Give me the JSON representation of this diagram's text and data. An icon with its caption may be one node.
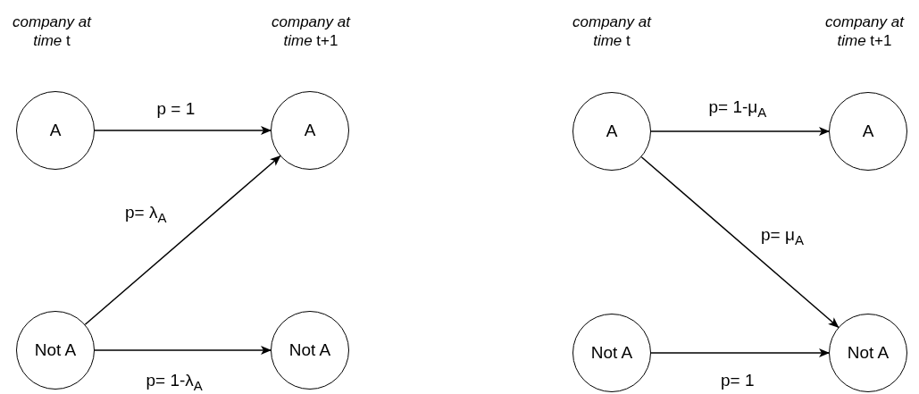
{
  "diagram": {
    "nodes": [
      {
        "text": [
          "A"
        ]
      },
      {
        "text": [
          "A"
        ]
      },
      {
        "text": [
          "Not A"
        ]
      },
      {
        "text": [
          "Not A"
        ]
      },
      {
        "text": [
          "A"
        ]
      },
      {
        "text": [
          "A"
        ]
      },
      {
        "text": [
          "Not A"
        ]
      },
      {
        "text": [
          "Not A"
        ]
      }
    ],
    "edges": [
      {
        "from": 0,
        "to": 1,
        "arrow": "to",
        "label": "p = 1"
      },
      {
        "from": 2,
        "to": 1,
        "arrow": "to",
        "label": "p= λ$_{A}$"
      },
      {
        "from": 2,
        "to": 3,
        "arrow": "to",
        "label": "p= 1-λ$_{A}$"
      },
      {
        "from": 4,
        "to": 5,
        "arrow": "to",
        "label": "p= 1-μ$_{A}$"
      },
      {
        "from": 4,
        "to": 7,
        "arrow": "to",
        "label": "p= μ$_{A}$"
      },
      {
        "from": 6,
        "to": 7,
        "arrow": "to",
        "label": "p= 1"
      }
    ],
    "labels": [
      "*company at time* t",
      "*company at time* t+1",
      "*company at time* t",
      "*company at time* t+1"
    ]
  }
}
